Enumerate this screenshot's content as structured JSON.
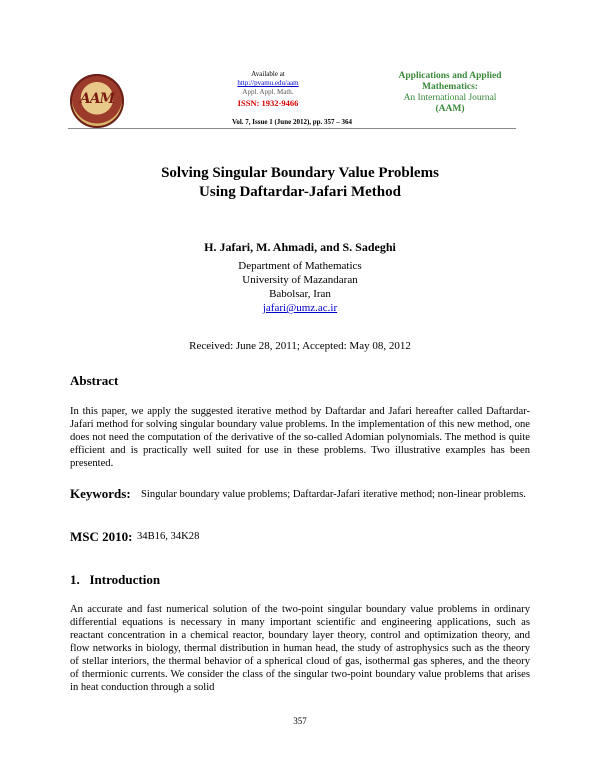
{
  "header": {
    "logo_text": "AAM",
    "available_at": "Available at",
    "url": "http://pvamu.edu/aam",
    "abbrev": "Appl. Appl. Math.",
    "issn": "ISSN: 1932-9466",
    "journal_line1": "Applications and Applied",
    "journal_line2": "Mathematics:",
    "journal_line3": "An International Journal",
    "journal_line4": "(AAM)",
    "volume": "Vol. 7, Issue 1 (June 2012), pp. 357 – 364"
  },
  "paper": {
    "title_line1": "Solving Singular Boundary Value Problems",
    "title_line2": "Using Daftardar-Jafari Method",
    "authors": "H. Jafari, M. Ahmadi, and S. Sadeghi",
    "dept": "Department of Mathematics",
    "university": "University of Mazandaran",
    "city": "Babolsar, Iran",
    "email": "jafari@umz.ac.ir",
    "dates": "Received: June 28, 2011; Accepted: May 08, 2012"
  },
  "abstract": {
    "heading": "Abstract",
    "text": "In this paper, we apply the suggested iterative method by Daftardar and Jafari hereafter called Daftardar-Jafari method for solving singular boundary value problems. In the implementation of this new method, one does not need the computation of the derivative of the so-called Adomian polynomials. The method is quite efficient and is practically well suited for use in these problems. Two illustrative examples has been presented."
  },
  "keywords": {
    "heading": "Keywords:",
    "text": "Singular boundary value problems; Daftardar-Jafari iterative method; non-linear problems."
  },
  "msc": {
    "heading": "MSC 2010:",
    "text": "34B16, 34K28"
  },
  "introduction": {
    "heading": "1.   Introduction",
    "text": "An accurate and fast numerical solution of the two-point singular boundary value problems in ordinary differential equations is necessary in many important scientific and engineering applications, such as reactant concentration in a chemical reactor, boundary layer theory, control and optimization theory, and flow networks in biology, thermal distribution in human head, the study of astrophysics such as the theory of stellar interiors, the thermal behavior of a spherical cloud of gas, isothermal gas spheres, and the theory of thermionic currents. We consider the class of the singular two-point boundary value problems that arises in heat conduction through a solid"
  },
  "page_number": "357"
}
